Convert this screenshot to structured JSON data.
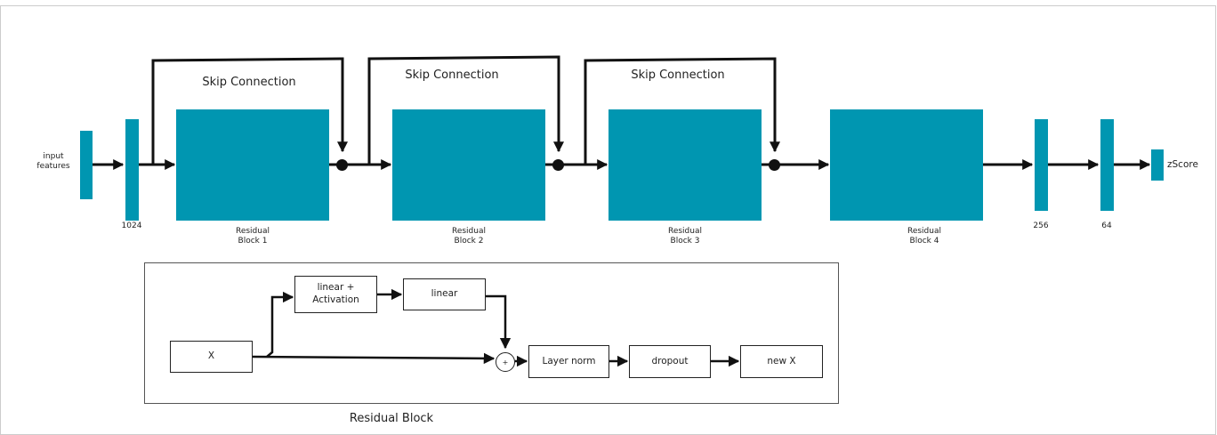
{
  "colors": {
    "block_fill": "#0096b1",
    "line": "#111111",
    "frame": "#cccccc"
  },
  "main": {
    "input_label": "input\nfeatures",
    "output_label": "zScore",
    "skip_label": "Skip Connection",
    "layers": [
      {
        "label": "1024"
      },
      {
        "label": "256"
      },
      {
        "label": "64"
      }
    ],
    "blocks": [
      {
        "label": "Residual\nBlock 1"
      },
      {
        "label": "Residual\nBlock 2"
      },
      {
        "label": "Residual\nBlock 3"
      },
      {
        "label": "Residual\nBlock 4"
      }
    ]
  },
  "residual_detail": {
    "title": "Residual Block",
    "x_label": "X",
    "linear_act_label": "linear +\nActivation",
    "linear_label": "linear",
    "plus_label": "+",
    "layer_norm_label": "Layer norm",
    "dropout_label": "dropout",
    "new_x_label": "new X"
  }
}
